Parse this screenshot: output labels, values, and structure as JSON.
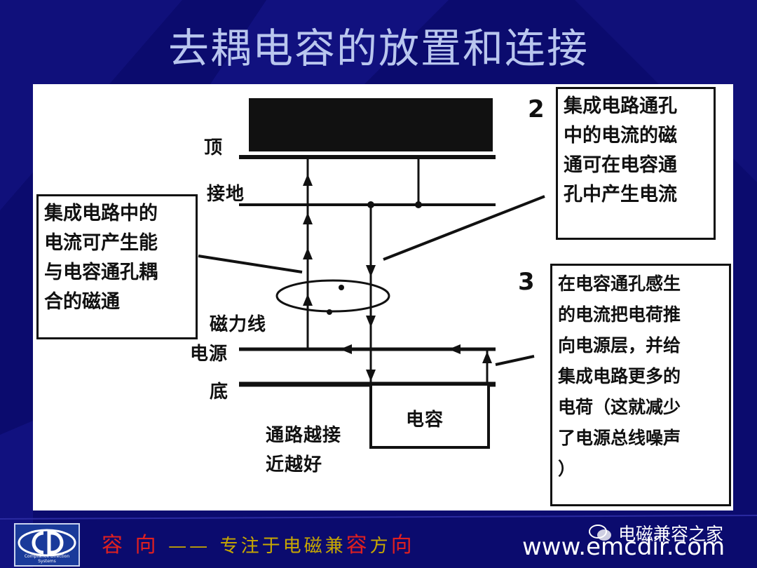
{
  "title": "去耦电容的放置和连接",
  "diagram": {
    "label_top": "顶",
    "label_ground": "接地",
    "label_flux": "磁力线",
    "label_power": "电源",
    "label_bottom": "底",
    "capacitor_label": "电容",
    "via_note": [
      "通路越接",
      "近越好"
    ],
    "num_2": "2",
    "num_3": "3",
    "note_left": [
      "集成电路中的",
      "电流可产生能",
      "与电容通孔耦",
      "合的磁通"
    ],
    "note_2": [
      "集成电路通孔",
      "中的电流的磁",
      "通可在电容通",
      "孔中产生电流"
    ],
    "note_3": [
      "在电容通孔感生",
      "的电流把电荷推",
      "向电源层，并给",
      "集成电路更多的",
      "电荷（这就减少",
      "了电源总线噪声",
      "）"
    ]
  },
  "footer": {
    "slogan_a": "容  向",
    "slogan_dash": "——",
    "slogan_b": "专注于电磁兼",
    "slogan_c": "容",
    "slogan_d": "方",
    "slogan_e": "向",
    "logo_sub": "Compliance Direction Systems",
    "wechat_name": "电磁兼容之家",
    "website": "www.emcdir.com"
  },
  "colors": {
    "background": "#0b0b6e",
    "title": "#b9c6ee",
    "panel": "#ffffff",
    "slogan_red": "#e02020"
  }
}
